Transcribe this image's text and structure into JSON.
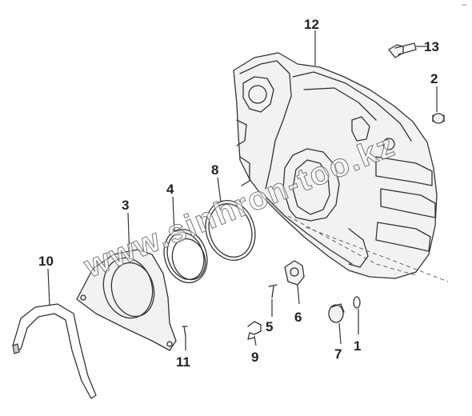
{
  "watermark": "www.sinhron-too.kz",
  "corner_mark": "~",
  "callouts": [
    {
      "id": "12",
      "label": "12"
    },
    {
      "id": "13",
      "label": "13"
    },
    {
      "id": "2",
      "label": "2"
    },
    {
      "id": "8",
      "label": "8"
    },
    {
      "id": "4",
      "label": "4"
    },
    {
      "id": "3",
      "label": "3"
    },
    {
      "id": "10",
      "label": "10"
    },
    {
      "id": "5",
      "label": "5"
    },
    {
      "id": "6",
      "label": "6"
    },
    {
      "id": "7",
      "label": "7"
    },
    {
      "id": "1",
      "label": "1"
    },
    {
      "id": "11",
      "label": "11"
    },
    {
      "id": "9",
      "label": "9"
    }
  ]
}
